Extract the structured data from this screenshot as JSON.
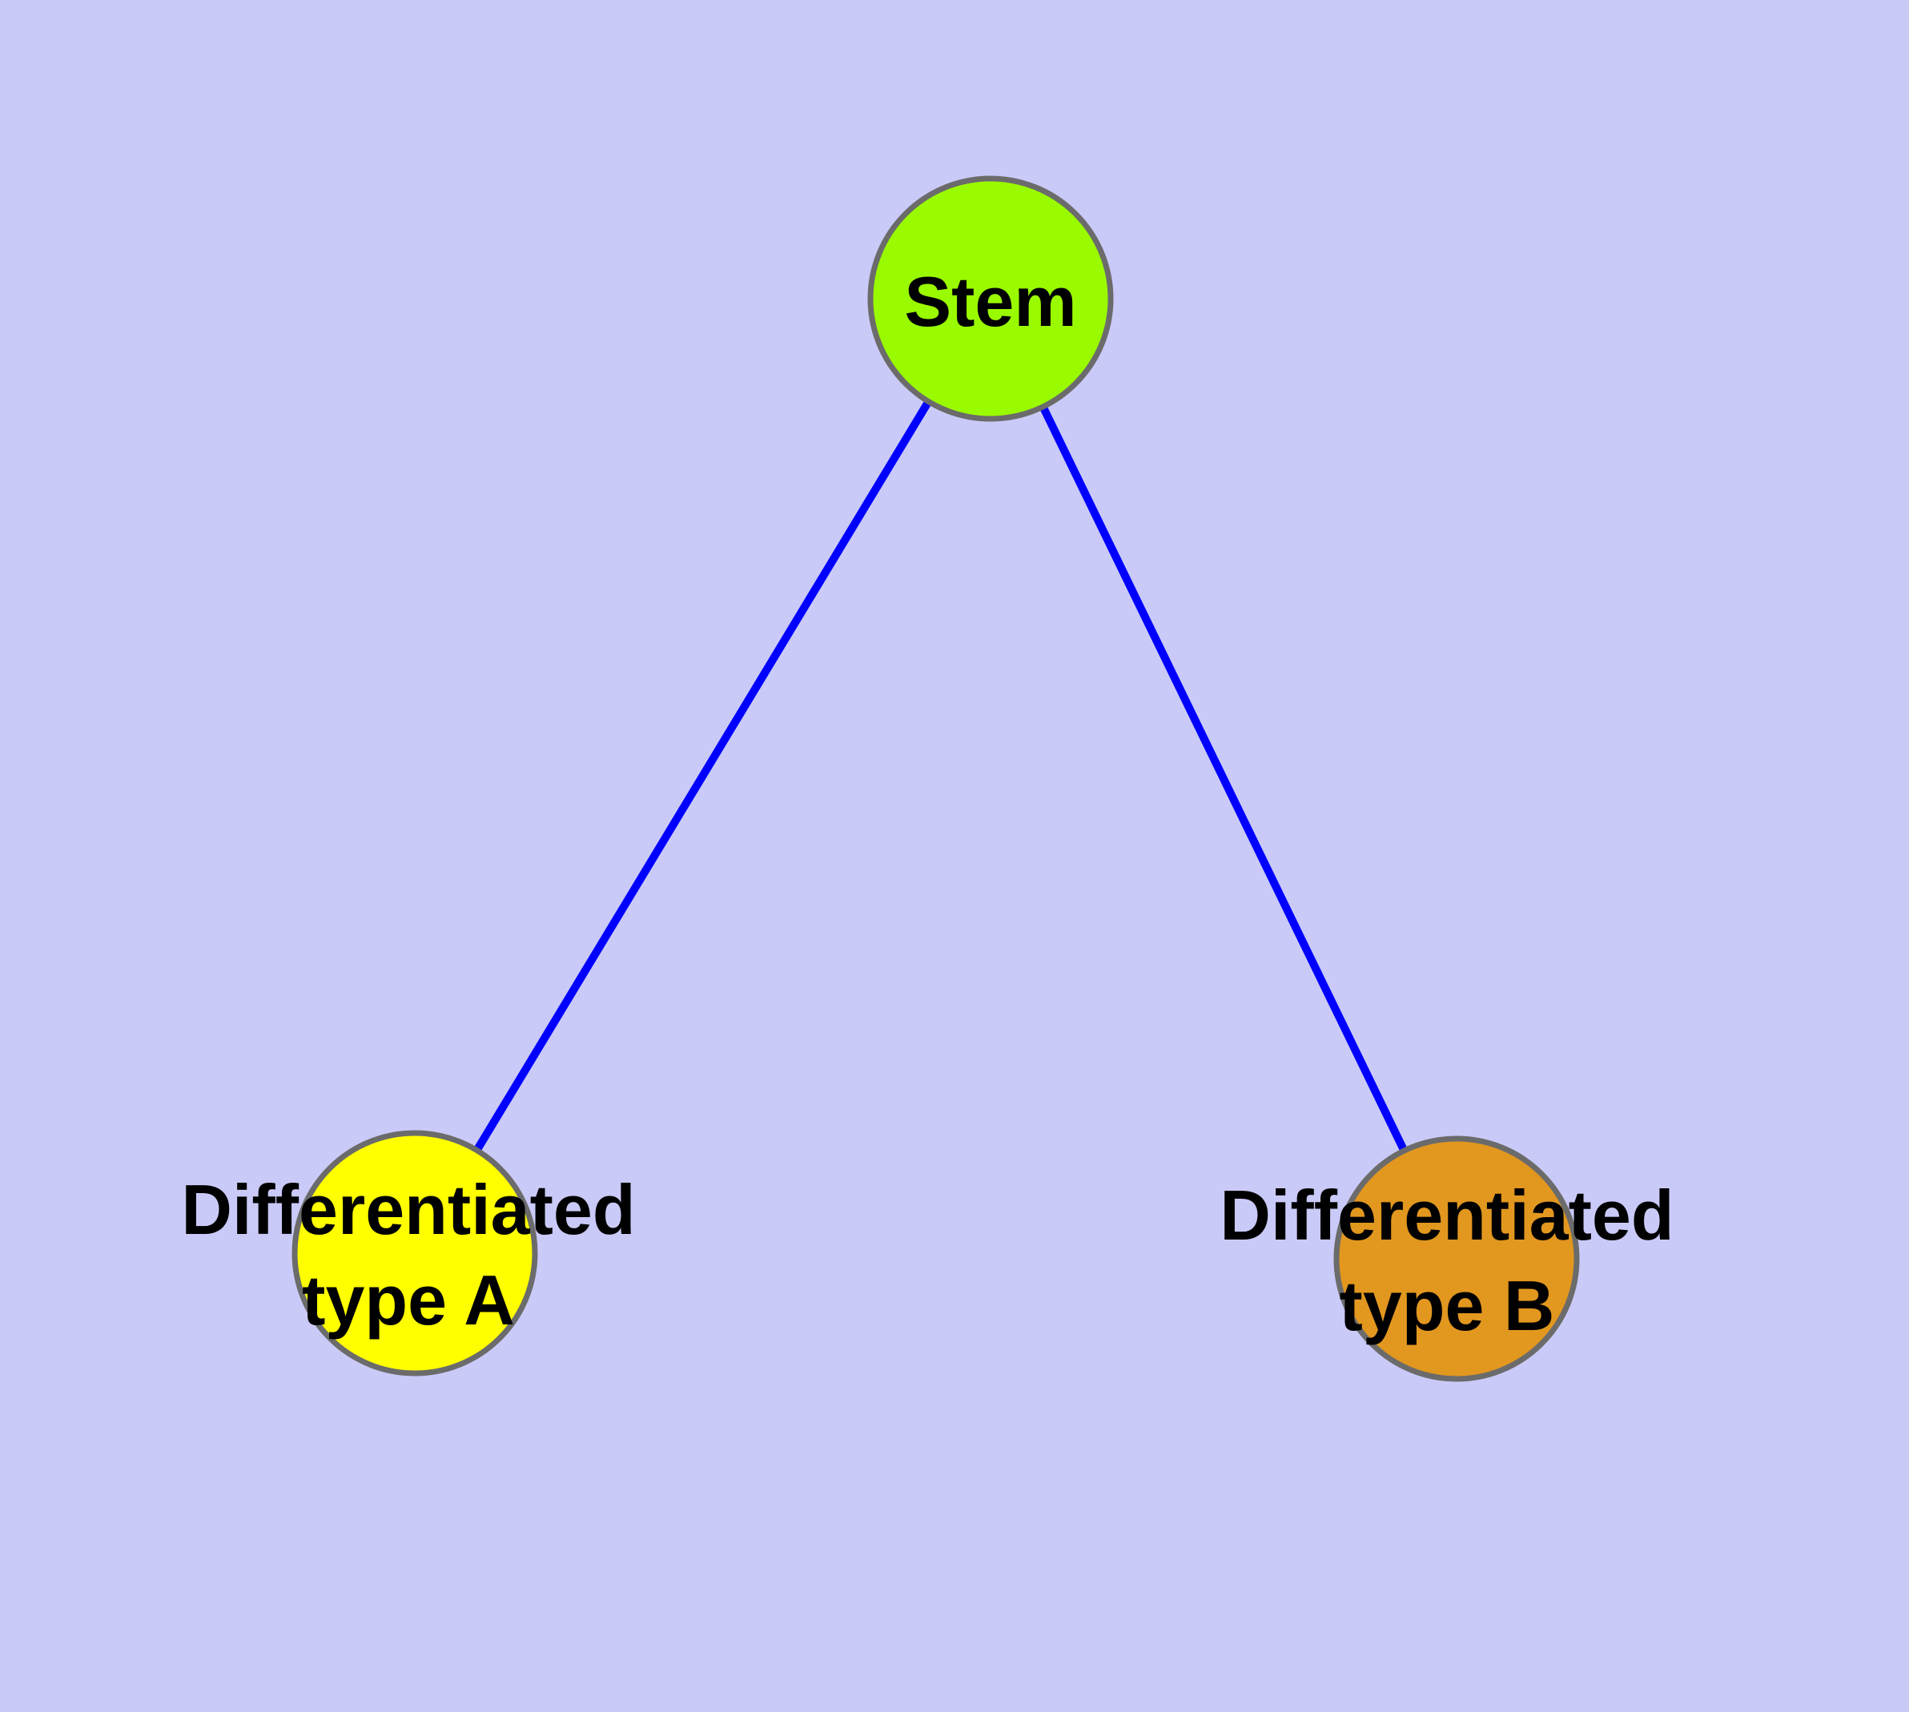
{
  "diagram": {
    "type": "graph",
    "description": "Cell differentiation tree: one stem node connected to two differentiated cell-type nodes",
    "background_color": "#CACAF8",
    "edge_color": "#0000FF",
    "node_border_color": "#6B6B6B",
    "label_color": "#000000",
    "nodes": [
      {
        "id": "stem",
        "label": "Stem",
        "fill": "#9AFB00"
      },
      {
        "id": "differentiated-type-a",
        "label_line1": "Differentiated",
        "label_line2": "type A",
        "fill": "#FFFF00"
      },
      {
        "id": "differentiated-type-b",
        "label_line1": "Differentiated",
        "label_line2": "type B",
        "fill": "#E2971F"
      }
    ],
    "edges": [
      {
        "from": "stem",
        "to": "differentiated-type-a"
      },
      {
        "from": "stem",
        "to": "differentiated-type-b"
      }
    ]
  }
}
